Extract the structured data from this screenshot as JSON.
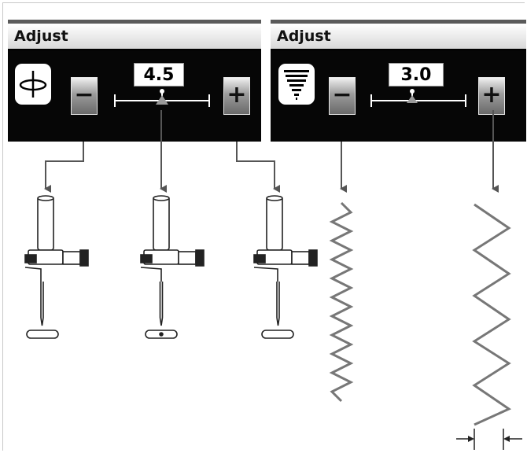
{
  "panels": [
    {
      "header": "Adjust",
      "value": "4.5",
      "icon": "needle-position-icon",
      "minus_label": "−",
      "plus_label": "+"
    },
    {
      "header": "Adjust",
      "value": "3.0",
      "icon": "stitch-length-icon",
      "minus_label": "−",
      "plus_label": "+"
    }
  ],
  "illustrations": [
    "presser-foot-needle-left",
    "presser-foot-needle-center",
    "presser-foot-needle-right",
    "zigzag-short-length",
    "zigzag-long-length"
  ],
  "colors": {
    "panel_bg": "#060606",
    "arrow": "#555555",
    "button": "#9b9b9b"
  }
}
